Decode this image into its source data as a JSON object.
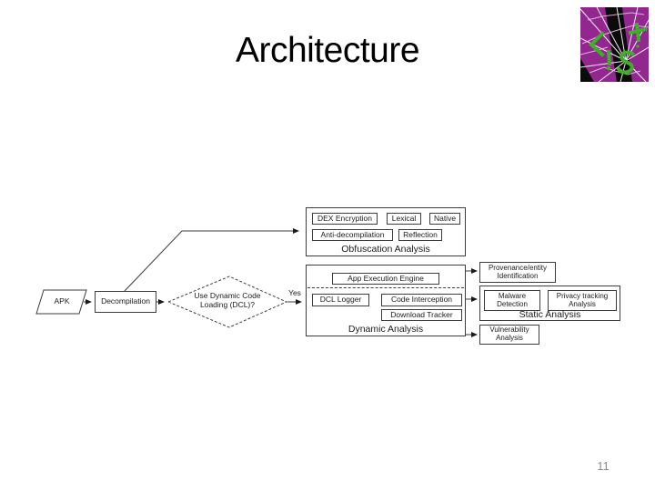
{
  "slide": {
    "title": "Architecture",
    "page_number": "11"
  },
  "flowchart": {
    "apk": "APK",
    "decompilation": "Decompilation",
    "decision": "Use Dynamic Code Loading (DCL)?",
    "yes": "Yes",
    "obfuscation": {
      "label": "Obfuscation Analysis",
      "dex_encryption": "DEX Encryption",
      "lexical": "Lexical",
      "native": "Native",
      "anti_decompilation": "Anti-decompilation",
      "reflection": "Reflection"
    },
    "dynamic": {
      "label": "Dynamic Analysis",
      "app_execution_engine": "App Execution Engine",
      "dcl_logger": "DCL Logger",
      "code_interception": "Code Interception",
      "download_tracker": "Download Tracker"
    },
    "static": {
      "label": "Static Analysis",
      "malware_detection": "Malware Detection",
      "privacy_tracking": "Privacy tracking Analysis"
    },
    "provenance": "Provenance/entity Identification",
    "vulnerability": "Vulnerability Analysis"
  },
  "colors": {
    "logo_purple": "#92278F",
    "logo_green": "#3FAE29",
    "diagram_line": "#3D3D3D",
    "page_number_gray": "#8C8C8C"
  }
}
